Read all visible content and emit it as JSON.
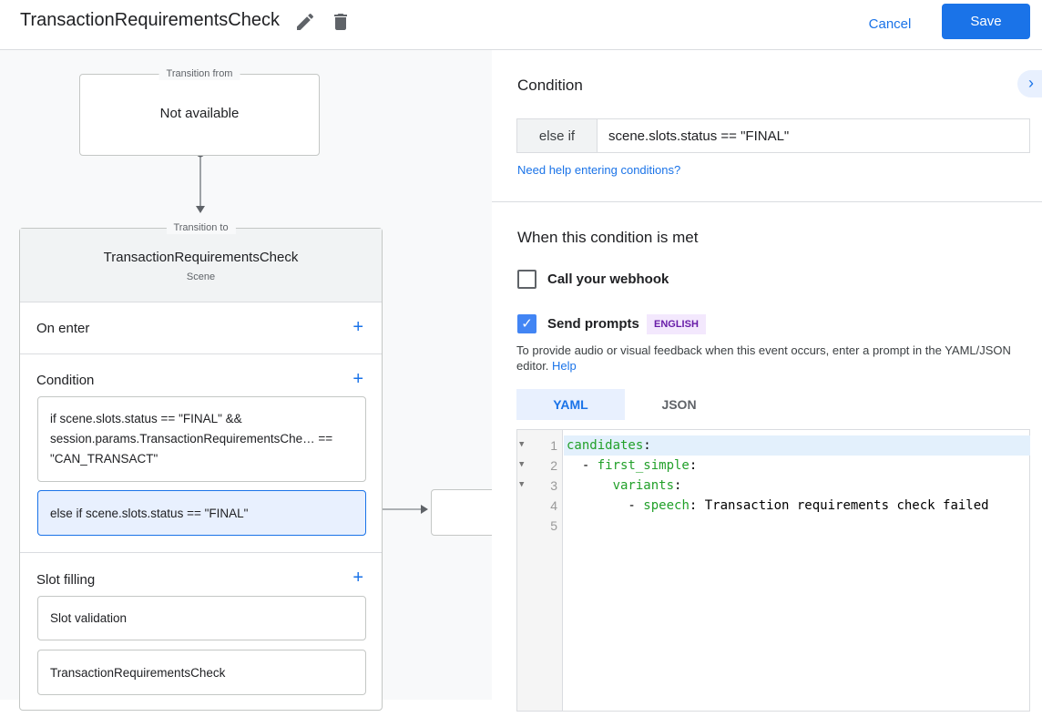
{
  "header": {
    "title": "TransactionRequirementsCheck",
    "cancel_label": "Cancel",
    "save_label": "Save",
    "icons": [
      "pencil-icon",
      "trash-icon"
    ]
  },
  "canvas": {
    "transition_from": {
      "legend": "Transition from",
      "value": "Not available"
    },
    "transition_to": {
      "legend": "Transition to",
      "scene_name": "TransactionRequirementsCheck",
      "scene_type": "Scene"
    },
    "sections": {
      "on_enter": {
        "label": "On enter"
      },
      "condition": {
        "label": "Condition",
        "items": [
          "if scene.slots.status == \"FINAL\" && session.params.TransactionRequirementsChe… == \"CAN_TRANSACT\"",
          "else if scene.slots.status == \"FINAL\""
        ]
      },
      "slot_filling": {
        "label": "Slot filling",
        "items": [
          "Slot validation",
          "TransactionRequirementsCheck"
        ]
      }
    }
  },
  "panel": {
    "condition_title": "Condition",
    "condition_prefix": "else if",
    "condition_value": "scene.slots.status == \"FINAL\"",
    "help_link": "Need help entering conditions?",
    "met_title": "When this condition is met",
    "webhook": {
      "label": "Call your webhook",
      "checked": false
    },
    "prompts": {
      "label": "Send prompts",
      "checked": true,
      "badge": "ENGLISH"
    },
    "description": "To provide audio or visual feedback when this event occurs, enter a prompt in the YAML/JSON editor.",
    "description_link": "Help",
    "tabs": [
      {
        "label": "YAML",
        "active": true
      },
      {
        "label": "JSON",
        "active": false
      }
    ],
    "editor": {
      "line_numbers": [
        "1",
        "2",
        "3",
        "4",
        "5"
      ],
      "lines": [
        {
          "indent": "",
          "key": "candidates",
          "sep": ":",
          "value": ""
        },
        {
          "indent": "  - ",
          "key": "first_simple",
          "sep": ":",
          "value": ""
        },
        {
          "indent": "      ",
          "key": "variants",
          "sep": ":",
          "value": ""
        },
        {
          "indent": "        - ",
          "key": "speech",
          "sep": ": ",
          "value": "Transaction requirements check failed"
        },
        {
          "indent": "",
          "key": "",
          "sep": "",
          "value": ""
        }
      ]
    },
    "accent_color": "#1a73e8"
  }
}
